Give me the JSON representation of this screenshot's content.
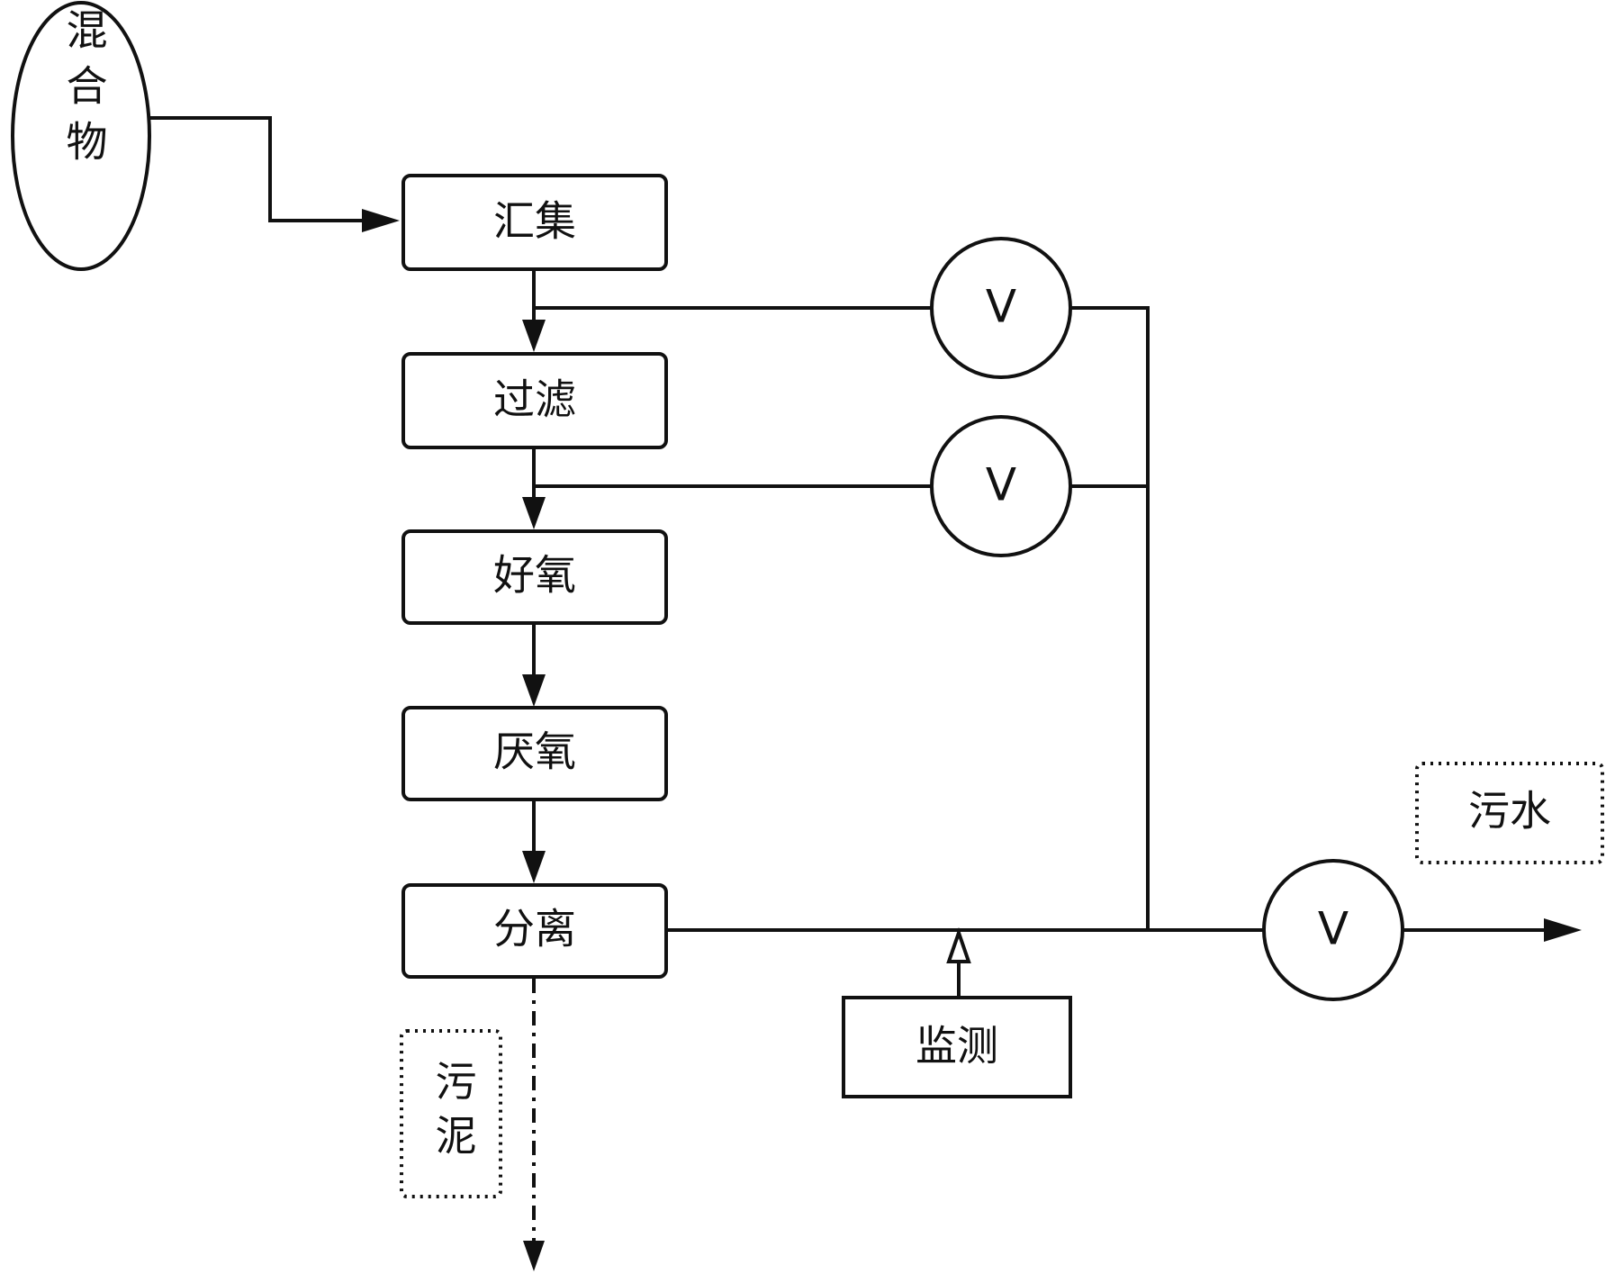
{
  "nodes": {
    "source": "混合物",
    "collect": "汇集",
    "filter": "过滤",
    "aerobic": "好氧",
    "anaerobic": "厌氧",
    "separate": "分离",
    "monitor": "监测",
    "sludge": "污泥",
    "sewage": "污水"
  },
  "valves": {
    "valve_1": "V",
    "valve_2": "V",
    "valve_3": "V"
  },
  "colors": {
    "stroke": "#111111",
    "background": "#ffffff"
  }
}
